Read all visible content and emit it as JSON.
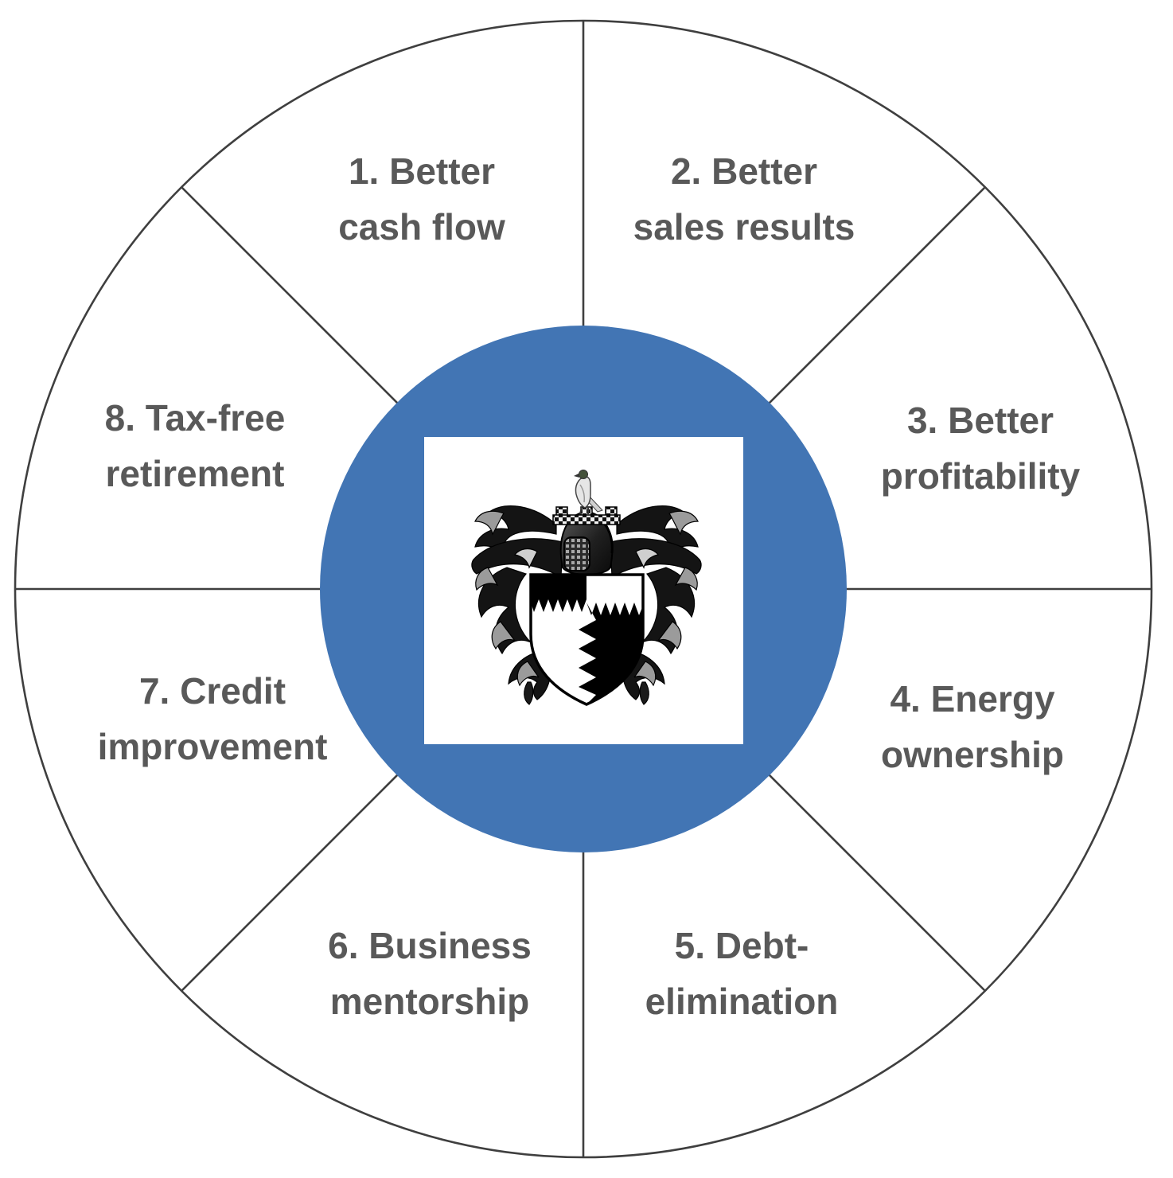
{
  "wheel": {
    "segments": [
      {
        "line1": "1. Better",
        "line2": "cash flow"
      },
      {
        "line1": "2. Better",
        "line2": "sales results"
      },
      {
        "line1": "3. Better",
        "line2": "profitability"
      },
      {
        "line1": "4. Energy",
        "line2": "ownership"
      },
      {
        "line1": "5. Debt-",
        "line2": "elimination"
      },
      {
        "line1": "6. Business",
        "line2": "mentorship"
      },
      {
        "line1": "7. Credit",
        "line2": "improvement"
      },
      {
        "line1": "8. Tax-free",
        "line2": "retirement"
      }
    ],
    "emblem": "coat-of-arms",
    "colors": {
      "hub": "#4275B4",
      "text": "#595959",
      "line": "#3F3F3F",
      "background": "#FFFFFF"
    }
  }
}
